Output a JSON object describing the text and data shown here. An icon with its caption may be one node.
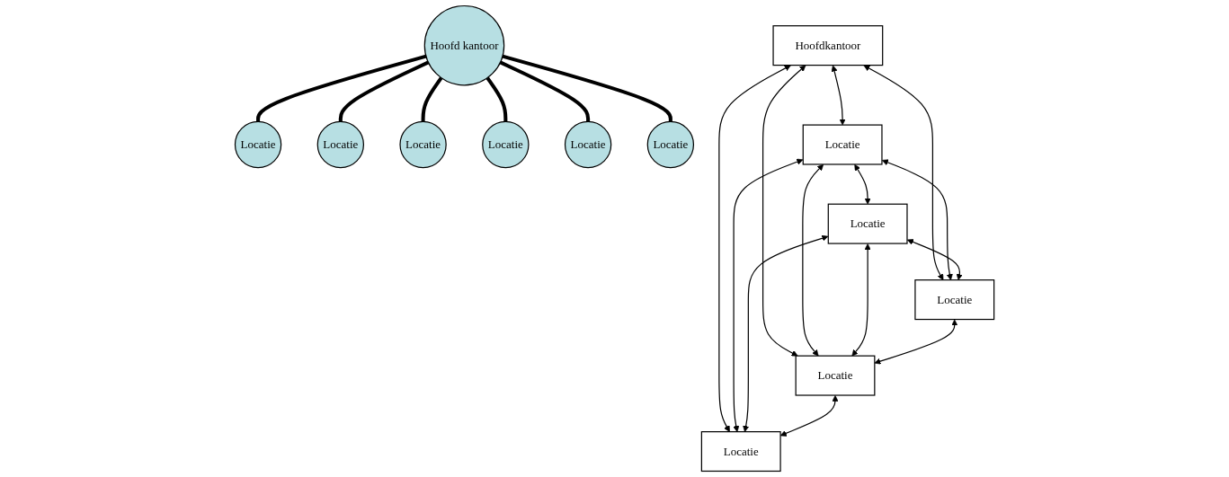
{
  "diagram": {
    "nodes": [
      {
        "text": [
          "Locatie"
        ]
      },
      {
        "text": [
          "Locatie"
        ]
      },
      {
        "text": [
          "Locatie"
        ]
      },
      {
        "text": [
          "Hoofd kantoor"
        ]
      },
      {
        "text": [
          "Locatie"
        ]
      },
      {
        "text": [
          "Locatie"
        ]
      },
      {
        "text": [
          "Locatie"
        ]
      },
      {
        "text": [
          "Hoofdkantoor"
        ]
      },
      {
        "text": [
          "Locatie"
        ]
      },
      {
        "text": [
          "Locatie"
        ]
      },
      {
        "text": [
          "Locatie"
        ]
      },
      {
        "text": [
          "Locatie"
        ]
      },
      {
        "text": [
          "Locatie"
        ]
      }
    ],
    "edges": [
      {
        "from": 3,
        "to": 0,
        "arrow": "none",
        "style": "thick"
      },
      {
        "from": 3,
        "to": 1,
        "arrow": "none",
        "style": "thick"
      },
      {
        "from": 3,
        "to": 2,
        "arrow": "none",
        "style": "thick"
      },
      {
        "from": 3,
        "to": 4,
        "arrow": "none",
        "style": "thick"
      },
      {
        "from": 3,
        "to": 5,
        "arrow": "none",
        "style": "thick"
      },
      {
        "from": 3,
        "to": 6,
        "arrow": "none",
        "style": "thick"
      },
      {
        "from": 7,
        "to": 8,
        "arrow": "both"
      },
      {
        "from": 8,
        "to": 9,
        "arrow": "both"
      },
      {
        "from": 7,
        "to": 10,
        "arrow": "both"
      },
      {
        "from": 7,
        "to": 11,
        "arrow": "both"
      },
      {
        "from": 7,
        "to": 12,
        "arrow": "both"
      },
      {
        "from": 8,
        "to": 10,
        "arrow": "both"
      },
      {
        "from": 8,
        "to": 11,
        "arrow": "both"
      },
      {
        "from": 8,
        "to": 12,
        "arrow": "both"
      },
      {
        "from": 9,
        "to": 10,
        "arrow": "both"
      },
      {
        "from": 9,
        "to": 11,
        "arrow": "both"
      },
      {
        "from": 9,
        "to": 12,
        "arrow": "both"
      },
      {
        "from": 10,
        "to": 11,
        "arrow": "both"
      },
      {
        "from": 11,
        "to": 12,
        "arrow": "both"
      }
    ]
  }
}
